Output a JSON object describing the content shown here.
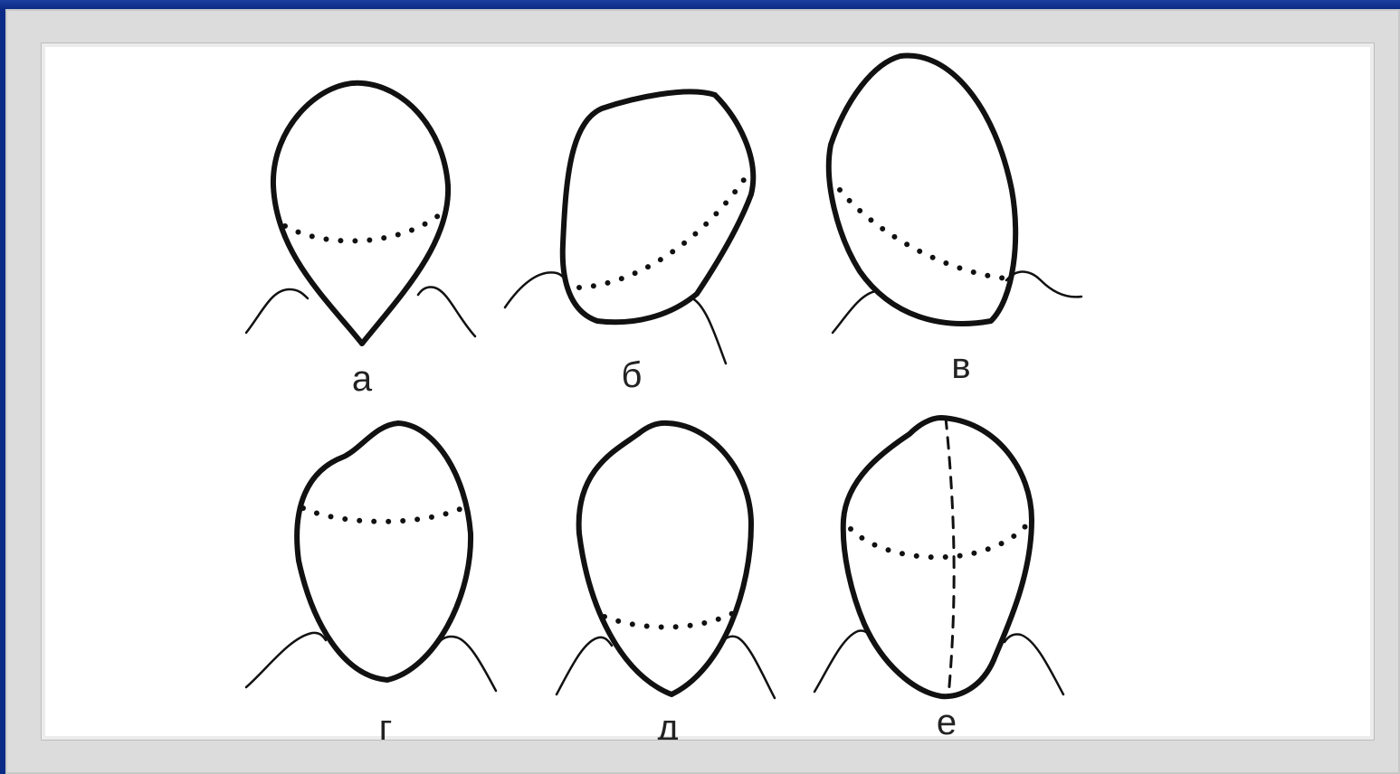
{
  "figure": {
    "panels": [
      {
        "id": "a",
        "label": "а"
      },
      {
        "id": "b",
        "label": "б"
      },
      {
        "id": "v",
        "label": "в"
      },
      {
        "id": "g",
        "label": "г"
      },
      {
        "id": "d",
        "label": "д"
      },
      {
        "id": "e",
        "label": "е"
      }
    ]
  },
  "colors": {
    "background": "#0a2f8f",
    "frame": "#dcdcdc",
    "canvas": "#ffffff",
    "ink": "#111111"
  }
}
